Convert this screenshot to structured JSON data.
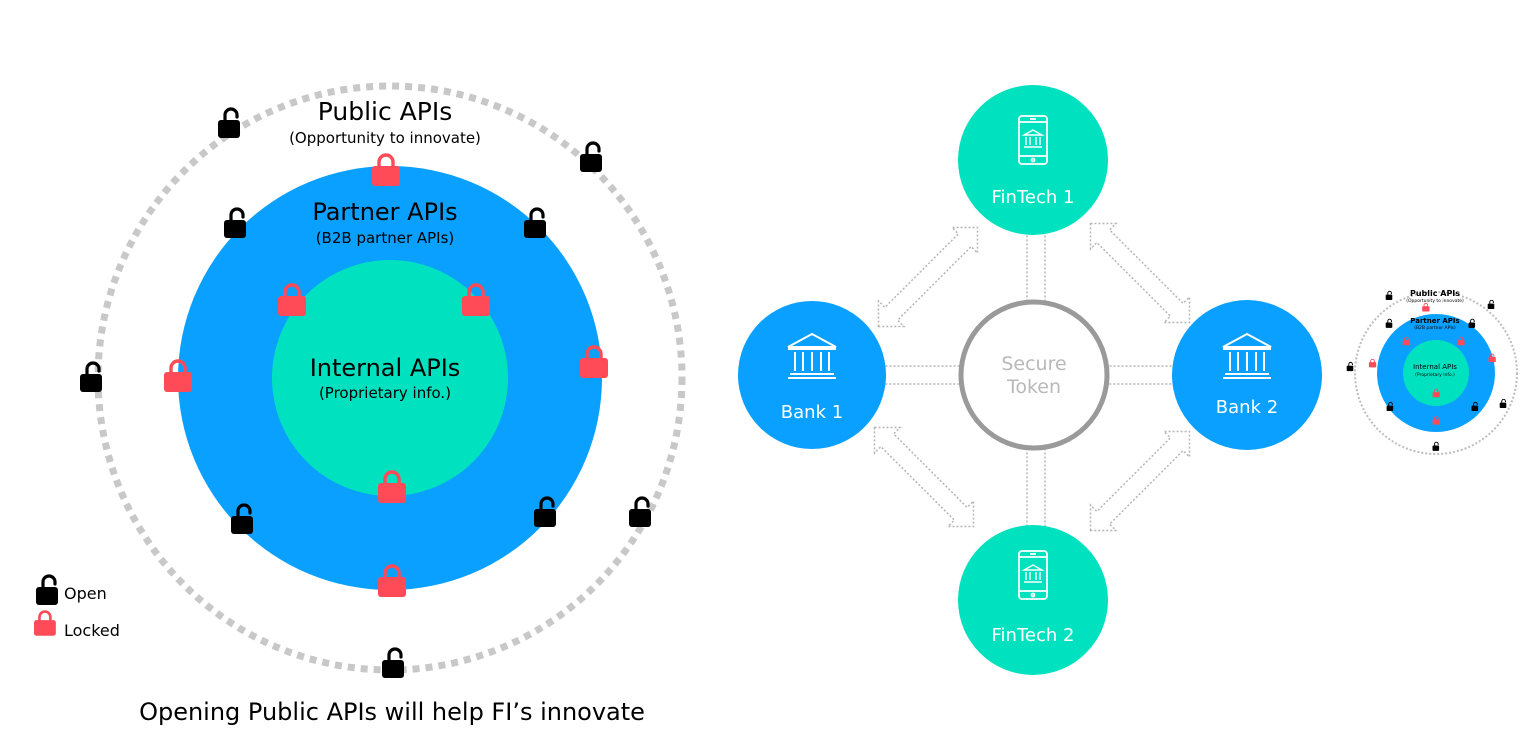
{
  "colors": {
    "partner_blue": "#0aa0ff",
    "internal_green": "#00e2bf",
    "lock_red": "#ff4a57",
    "lock_black": "#000000",
    "ring_gray": "#c8c8c8",
    "token_gray": "#9a9a9a"
  },
  "rings": {
    "public": {
      "title": "Public APIs",
      "subtitle": "(Opportunity to innovate)"
    },
    "partner": {
      "title": "Partner APIs",
      "subtitle": "(B2B partner APIs)"
    },
    "internal": {
      "title": "Internal APIs",
      "subtitle": "(Proprietary info.)"
    }
  },
  "legend": {
    "open": "Open",
    "locked": "Locked"
  },
  "caption": "Opening Public APIs will help FI’s innovate",
  "network": {
    "center": {
      "line1": "Secure",
      "line2": "Token"
    },
    "fintech1": "FinTech 1",
    "fintech2": "FinTech 2",
    "bank1": "Bank 1",
    "bank2": "Bank 2"
  },
  "icons": {
    "open_lock": "open-padlock-icon",
    "locked_lock": "closed-padlock-icon",
    "bank": "bank-building-icon",
    "phone_bank": "mobile-bank-icon"
  }
}
